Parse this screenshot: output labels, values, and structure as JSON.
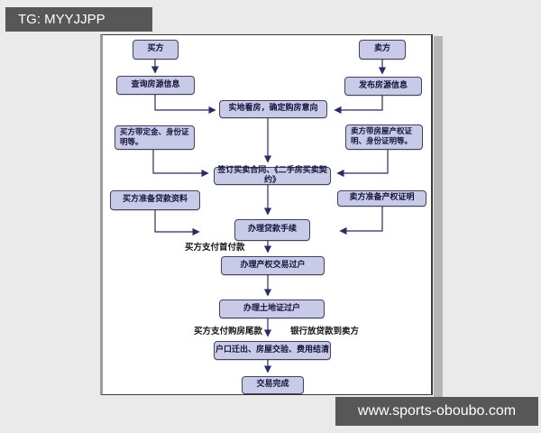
{
  "overlays": {
    "tg_label": "TG: MYYJJPP",
    "site_label": "www.sports-oboubo.com"
  },
  "colors": {
    "page_bg": "#eaeaea",
    "bar_bg": "#575757",
    "box_fill": "#c9c9e8",
    "box_border": "#42425e",
    "arrow": "#2b2b66"
  },
  "flowchart": {
    "nodes": {
      "buyer": "买方",
      "seller": "卖方",
      "query_listings": "查询房源信息",
      "publish_listings": "发布房源信息",
      "site_visit": "实地看房，确定购房意向",
      "buyer_deposit": "买方带定金、身份证明等。",
      "seller_papers": "卖方带房屋产权证明、身份证明等。",
      "sign_contract": "签订买卖合同、《二手房买卖契约》",
      "buyer_loan_docs": "买方准备贷款资料",
      "seller_ownership_proof": "卖方准备产权证明",
      "loan_procedure": "办理贷款手续",
      "ownership_transfer": "办理产权交易过户",
      "land_cert_transfer": "办理土地证过户",
      "handover_settlement": "户口迁出、房屋交验、费用结清",
      "deal_complete": "交易完成"
    },
    "annotations": {
      "pay_down_payment": "买方支付首付款",
      "pay_final_payment": "买方支付购房尾款",
      "bank_releases_loan": "银行放贷款到卖方"
    }
  }
}
